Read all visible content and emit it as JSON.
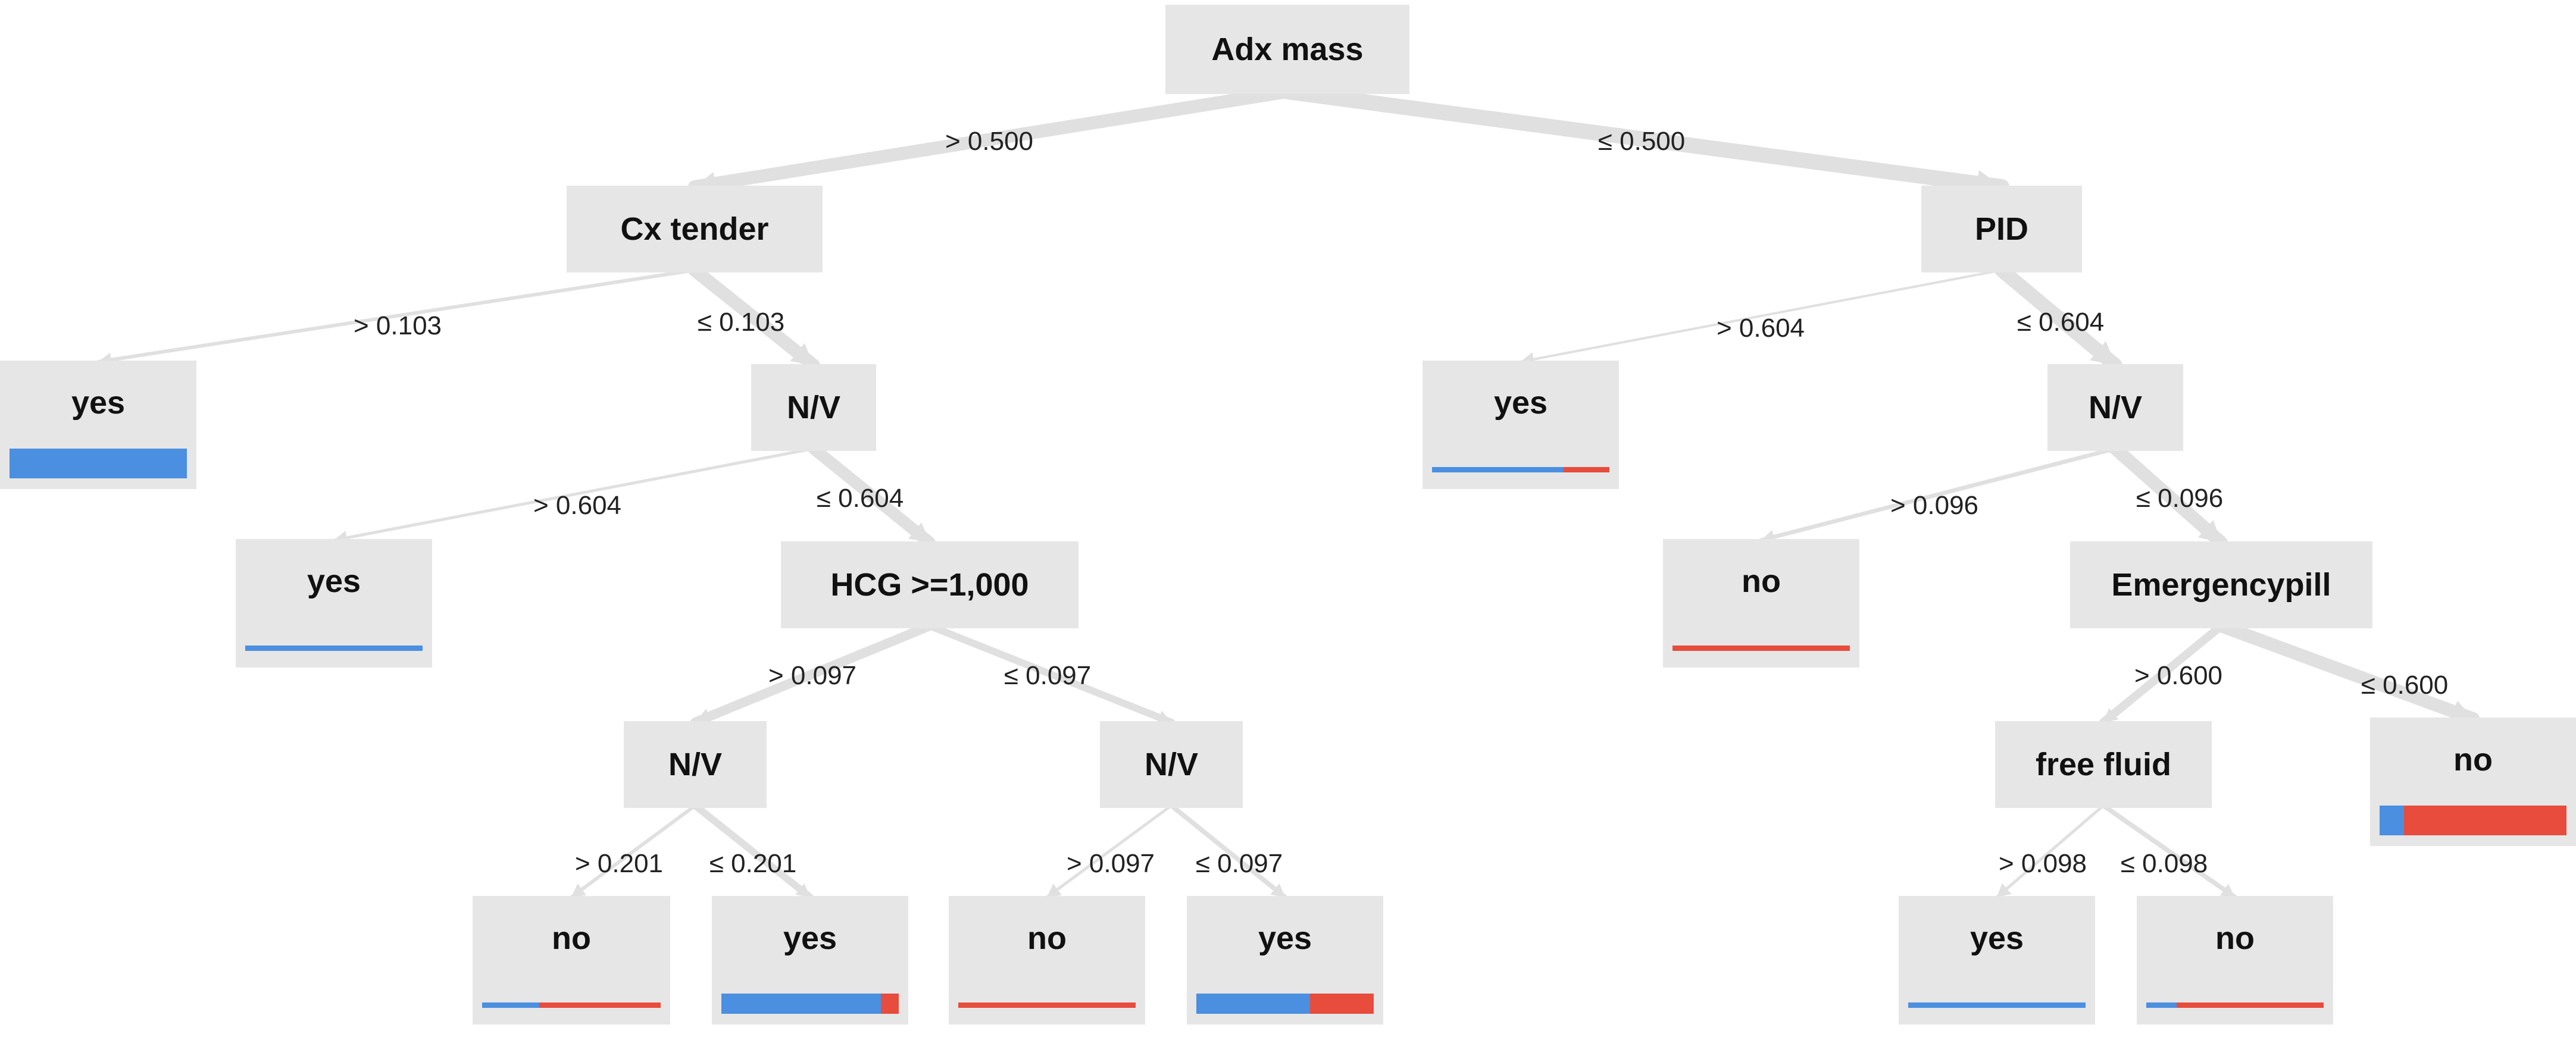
{
  "colors": {
    "yes": "#4a8fe0",
    "no": "#e74c3c",
    "node": "#e6e6e6",
    "edge": "#e0e0e0"
  },
  "nodes": [
    {
      "id": "n1",
      "type": "split",
      "label": "Adx mass"
    },
    {
      "id": "n2",
      "type": "split",
      "label": "Cx tender"
    },
    {
      "id": "n3",
      "type": "split",
      "label": "PID"
    },
    {
      "id": "n4",
      "type": "leaf",
      "label": "yes",
      "class_share": {
        "yes": 1.0,
        "no": 0.0
      }
    },
    {
      "id": "n5",
      "type": "split",
      "label": "N/V"
    },
    {
      "id": "n6",
      "type": "leaf",
      "label": "yes",
      "class_share": {
        "yes": 0.74,
        "no": 0.26
      }
    },
    {
      "id": "n7",
      "type": "split",
      "label": "N/V"
    },
    {
      "id": "n8",
      "type": "leaf",
      "label": "yes",
      "class_share": {
        "yes": 1.0,
        "no": 0.0
      }
    },
    {
      "id": "n9",
      "type": "split",
      "label": "HCG >=1,000"
    },
    {
      "id": "n10",
      "type": "leaf",
      "label": "no",
      "class_share": {
        "yes": 0.0,
        "no": 1.0
      }
    },
    {
      "id": "n11",
      "type": "split",
      "label": "Emergencypill"
    },
    {
      "id": "n12",
      "type": "split",
      "label": "N/V"
    },
    {
      "id": "n13",
      "type": "split",
      "label": "N/V"
    },
    {
      "id": "n14",
      "type": "split",
      "label": "free fluid"
    },
    {
      "id": "n15",
      "type": "leaf",
      "label": "no",
      "class_share": {
        "yes": 0.13,
        "no": 0.87
      }
    },
    {
      "id": "n16",
      "type": "leaf",
      "label": "no",
      "class_share": {
        "yes": 0.32,
        "no": 0.68
      }
    },
    {
      "id": "n17",
      "type": "leaf",
      "label": "yes",
      "class_share": {
        "yes": 0.9,
        "no": 0.1
      }
    },
    {
      "id": "n18",
      "type": "leaf",
      "label": "no",
      "class_share": {
        "yes": 0.0,
        "no": 1.0
      }
    },
    {
      "id": "n19",
      "type": "leaf",
      "label": "yes",
      "class_share": {
        "yes": 0.64,
        "no": 0.36
      }
    },
    {
      "id": "n20",
      "type": "leaf",
      "label": "yes",
      "class_share": {
        "yes": 1.0,
        "no": 0.0
      }
    },
    {
      "id": "n21",
      "type": "leaf",
      "label": "no",
      "class_share": {
        "yes": 0.17,
        "no": 0.83
      }
    }
  ],
  "edges": [
    {
      "from": "n1",
      "to": "n2",
      "label": "> 0.500"
    },
    {
      "from": "n1",
      "to": "n3",
      "label": "≤ 0.500"
    },
    {
      "from": "n2",
      "to": "n4",
      "label": "> 0.103"
    },
    {
      "from": "n2",
      "to": "n5",
      "label": "≤ 0.103"
    },
    {
      "from": "n3",
      "to": "n6",
      "label": "> 0.604"
    },
    {
      "from": "n3",
      "to": "n7",
      "label": "≤ 0.604"
    },
    {
      "from": "n5",
      "to": "n8",
      "label": "> 0.604"
    },
    {
      "from": "n5",
      "to": "n9",
      "label": "≤ 0.604"
    },
    {
      "from": "n7",
      "to": "n10",
      "label": "> 0.096"
    },
    {
      "from": "n7",
      "to": "n11",
      "label": "≤ 0.096"
    },
    {
      "from": "n9",
      "to": "n12",
      "label": "> 0.097"
    },
    {
      "from": "n9",
      "to": "n13",
      "label": "≤ 0.097"
    },
    {
      "from": "n11",
      "to": "n14",
      "label": "> 0.600"
    },
    {
      "from": "n11",
      "to": "n15",
      "label": "≤ 0.600"
    },
    {
      "from": "n12",
      "to": "n16",
      "label": "> 0.201"
    },
    {
      "from": "n12",
      "to": "n17",
      "label": "≤ 0.201"
    },
    {
      "from": "n13",
      "to": "n18",
      "label": "> 0.097"
    },
    {
      "from": "n13",
      "to": "n19",
      "label": "≤ 0.097"
    },
    {
      "from": "n14",
      "to": "n20",
      "label": "> 0.098"
    },
    {
      "from": "n14",
      "to": "n21",
      "label": "≤ 0.098"
    }
  ]
}
